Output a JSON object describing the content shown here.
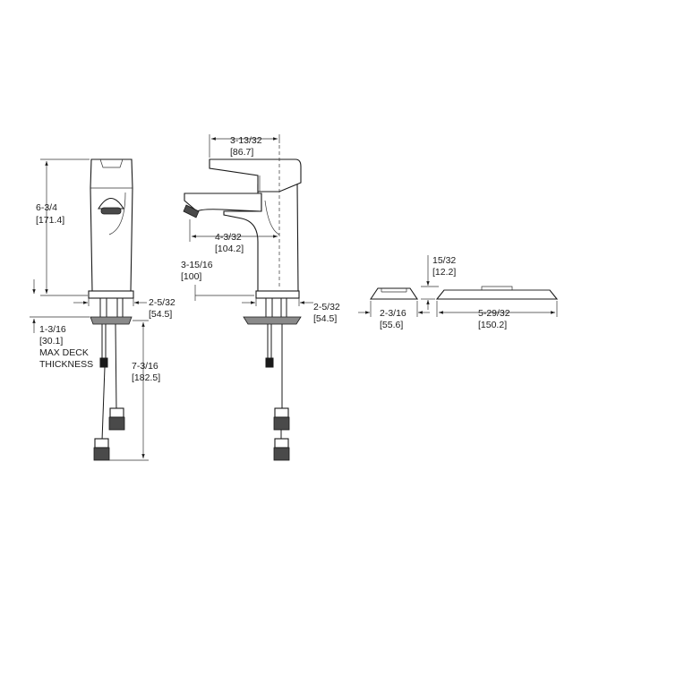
{
  "dimensions": {
    "front_height": {
      "imperial": "6-3/4",
      "metric": "[171.4]"
    },
    "front_base": {
      "imperial": "2-5/32",
      "metric": "[54.5]"
    },
    "deck_thickness": {
      "imperial": "1-3/16",
      "metric": "[30.1]",
      "note_line1": "MAX DECK",
      "note_line2": "THICKNESS"
    },
    "supply_length": {
      "imperial": "7-3/16",
      "metric": "[182.5]"
    },
    "side_width": {
      "imperial": "3-13/32",
      "metric": "[86.7]"
    },
    "spout_reach": {
      "imperial": "4-3/32",
      "metric": "[104.2]"
    },
    "spout_height": {
      "imperial": "3-15/16",
      "metric": "[100]"
    },
    "side_base": {
      "imperial": "2-5/32",
      "metric": "[54.5]"
    },
    "plate_height": {
      "imperial": "15/32",
      "metric": "[12.2]"
    },
    "plate_small_width": {
      "imperial": "2-3/16",
      "metric": "[55.6]"
    },
    "plate_large_width": {
      "imperial": "5-29/32",
      "metric": "[150.2]"
    }
  }
}
